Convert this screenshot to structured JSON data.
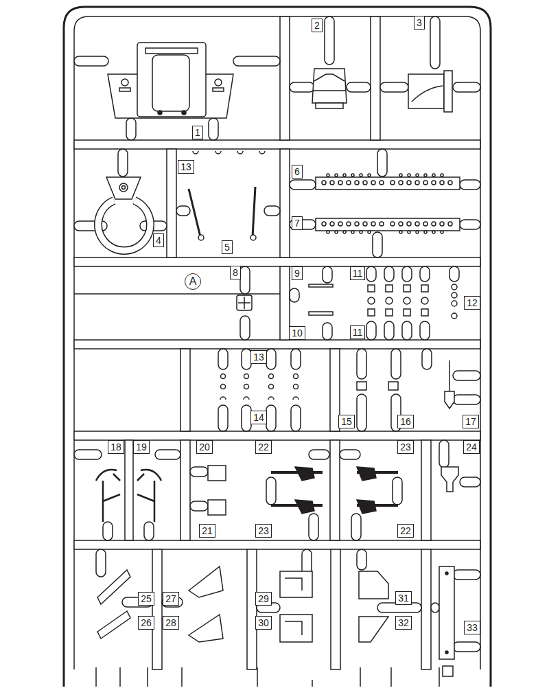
{
  "diagram": {
    "labels": [
      "1",
      "2",
      "3",
      "13",
      "4",
      "5",
      "6",
      "7",
      "A",
      "8",
      "9",
      "11",
      "10",
      "11",
      "12",
      "13",
      "14",
      "15",
      "16",
      "17",
      "18",
      "19",
      "20",
      "22",
      "23",
      "24",
      "21",
      "23",
      "22",
      "25",
      "27",
      "29",
      "31",
      "26",
      "28",
      "30",
      "32",
      "33"
    ]
  }
}
